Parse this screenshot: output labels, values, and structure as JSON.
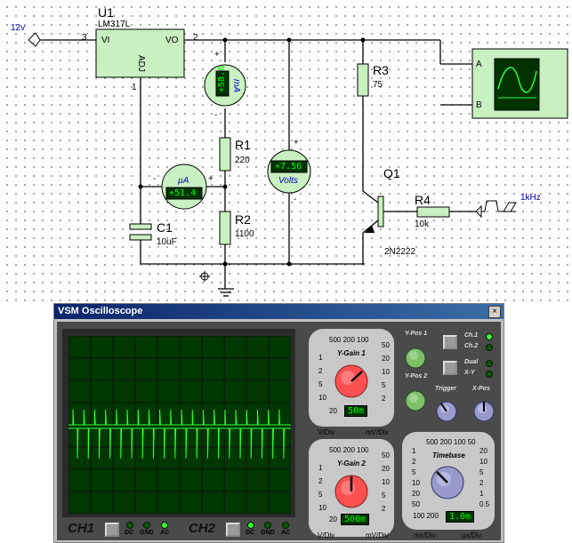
{
  "schematic": {
    "source_label": "12v",
    "reg_ref": "U1",
    "reg_part": "LM317L",
    "pin_vi": "VI",
    "pin_vo": "VO",
    "pin_adj": "ADJ",
    "pin3": "3",
    "pin2": "2",
    "pin1": "1",
    "ma_meter": "+58.8",
    "ma_unit": "mA",
    "r1_ref": "R1",
    "r1_val": "220",
    "ua_meter": "+51.4",
    "ua_unit": "µA",
    "r2_ref": "R2",
    "r2_val": "1100",
    "c1_ref": "C1",
    "c1_val": "10uF",
    "volt_meter": "+7.56",
    "volt_unit": "Volts",
    "r3_ref": "R3",
    "r3_val": "75",
    "q1_ref": "Q1",
    "q1_part": "2N2222",
    "r4_ref": "R4",
    "r4_val": "10k",
    "clock_label": "1kHz",
    "scope_a": "A",
    "scope_b": "B",
    "plus": "+",
    "minus": "-"
  },
  "oscilloscope": {
    "title": "VSM Oscilloscope",
    "close": "×",
    "ygain1_title": "Y-Gain 1",
    "ygain2_title": "Y-Gain 2",
    "timebase_title": "Timebase",
    "ygain_top_scale": "500 200 100",
    "timebase_top_scale": "500 200 100 50",
    "ygain_left_scale": [
      "1",
      "2",
      "5",
      "10",
      "20"
    ],
    "ygain_right_scale": [
      "50",
      "20",
      "10",
      "5",
      "2"
    ],
    "timebase_left_scale": [
      "1",
      "2",
      "5",
      "10",
      "20",
      "50"
    ],
    "timebase_right_scale": [
      "20",
      "10",
      "5",
      "2",
      "1",
      "0.5"
    ],
    "timebase_bottom_scale": "100 200",
    "ch1_readout": "50m",
    "ch2_readout": "500m",
    "timebase_readout": "1.0m",
    "v_div": "V/Div",
    "mv_div": "mV/Div",
    "ms_div": "ms/Div",
    "us_div": "µs/Div",
    "ypos1": "Y-Pos 1",
    "ypos2": "Y-Pos 2",
    "trigger": "Trigger",
    "xpos": "X-Pos",
    "ch1_sel": "Ch.1",
    "ch2_sel": "Ch.2",
    "dual": "Dual",
    "xy": "X-Y",
    "ch1_label": "CH1",
    "ch2_label": "CH2",
    "dc": "DC",
    "gnd": "GND",
    "ac": "AC",
    "colors": {
      "trace": "#33ff33",
      "screen": "#003800",
      "knob_red": "#ff5050",
      "knob_green": "#7fbf6a",
      "knob_blue": "#9999cc"
    }
  }
}
